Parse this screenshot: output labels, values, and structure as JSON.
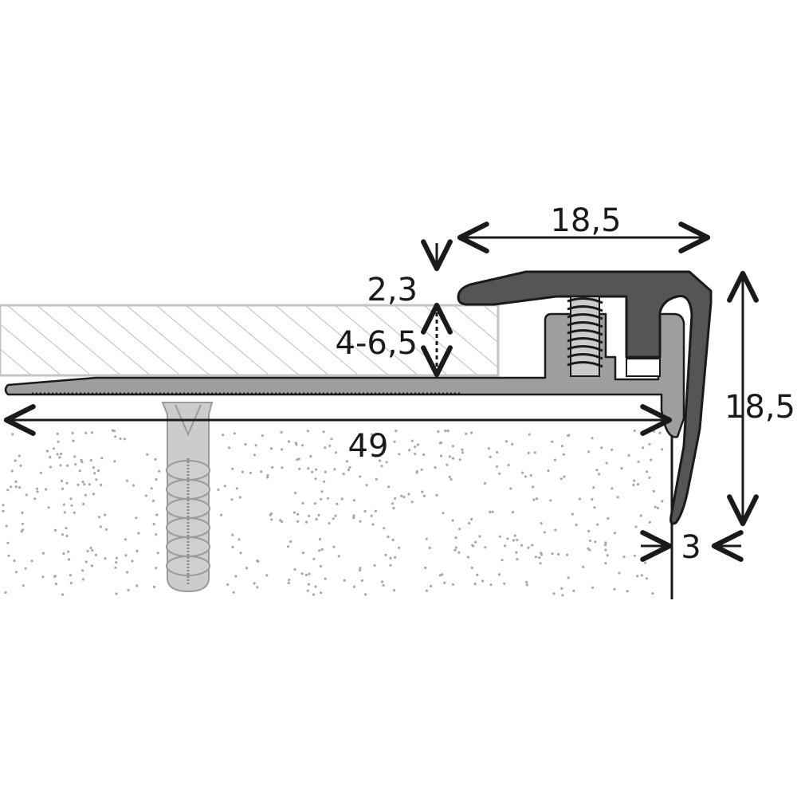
{
  "dimensions": {
    "top_width": "18,5",
    "lip_thickness": "2,3",
    "floor_thickness": "4-6,5",
    "height": "18,5",
    "base_length": "49",
    "nose_thickness": "3"
  },
  "colors": {
    "aluminium_light": "#9e9e9e",
    "insert_dark": "#555555",
    "outline": "#1a1a1a",
    "concrete_dots": "#a8a8a8",
    "floor_hatch": "#bdbdbd",
    "dowel": "#cccccc"
  }
}
